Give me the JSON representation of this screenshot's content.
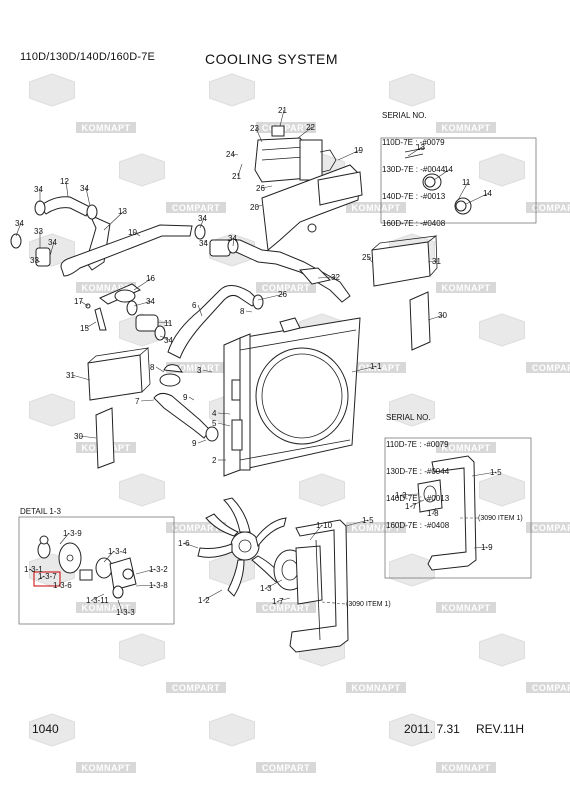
{
  "header": {
    "models": "110D/130D/140D/160D-7E",
    "title": "COOLING SYSTEM"
  },
  "watermarks": [
    "KOMNAPT",
    "COMPART"
  ],
  "serial_boxes": [
    {
      "heading": "SERIAL NO.",
      "lines": [
        "110D-7E : -#0079",
        "130D-7E : -#0044",
        "140D-7E : -#0013",
        "160D-7E : -#0408"
      ]
    },
    {
      "heading": "SERIAL NO.",
      "lines": [
        "110D-7E : -#0079",
        "130D-7E : -#0044",
        "140D-7E : -#0013",
        "160D-7E : -#0408"
      ]
    }
  ],
  "detail": {
    "title": "DETAIL 1-3"
  },
  "notes": {
    "item_ref_a": "(3090 ITEM 1)",
    "item_ref_b": "(3090 ITEM 1)"
  },
  "callouts": [
    "21",
    "22",
    "23",
    "24",
    "21",
    "26",
    "19",
    "20",
    "13",
    "14",
    "11",
    "14",
    "12",
    "34",
    "34",
    "13",
    "34",
    "33",
    "34",
    "10",
    "34",
    "34",
    "34",
    "33",
    "25",
    "31",
    "32",
    "16",
    "17",
    "34",
    "15",
    "11",
    "34",
    "6",
    "8",
    "26",
    "30",
    "31",
    "3",
    "1-1",
    "8",
    "9",
    "7",
    "4",
    "5",
    "9",
    "2",
    "30",
    "1-5",
    "1-3",
    "1-7",
    "1-8",
    "1-9",
    "1-3-9",
    "1-3-1",
    "1-3-4",
    "1-3-7",
    "1-3-2",
    "1-3-8",
    "1-3-6",
    "1-3-11",
    "1-3-3",
    "1-6",
    "1-10",
    "1-5",
    "1-2",
    "1-3",
    "1-7"
  ],
  "footer": {
    "page": "1040",
    "date": "2011. 7.31",
    "rev": "REV.11H"
  }
}
